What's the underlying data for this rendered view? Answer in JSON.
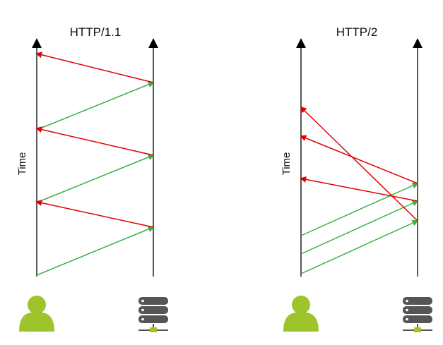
{
  "panels": [
    {
      "title": "HTTP/1.1",
      "axis_label": "Time",
      "requests": [
        [
          390,
          322
        ],
        [
          287,
          220
        ],
        [
          184,
          117
        ]
      ],
      "responses": [
        [
          322,
          286
        ],
        [
          220,
          182
        ],
        [
          117,
          76
        ]
      ]
    },
    {
      "title": "HTTP/2",
      "axis_label": "Time",
      "requests": [
        [
          334,
          260
        ],
        [
          360,
          285
        ],
        [
          388,
          313
        ]
      ],
      "responses": [
        [
          260,
          193
        ],
        [
          285,
          253
        ],
        [
          313,
          152
        ]
      ]
    }
  ],
  "colors": {
    "request": "#3cb043",
    "response": "#e00000",
    "client": "#9dc42a",
    "server": "#555555",
    "axis": "#222222"
  }
}
